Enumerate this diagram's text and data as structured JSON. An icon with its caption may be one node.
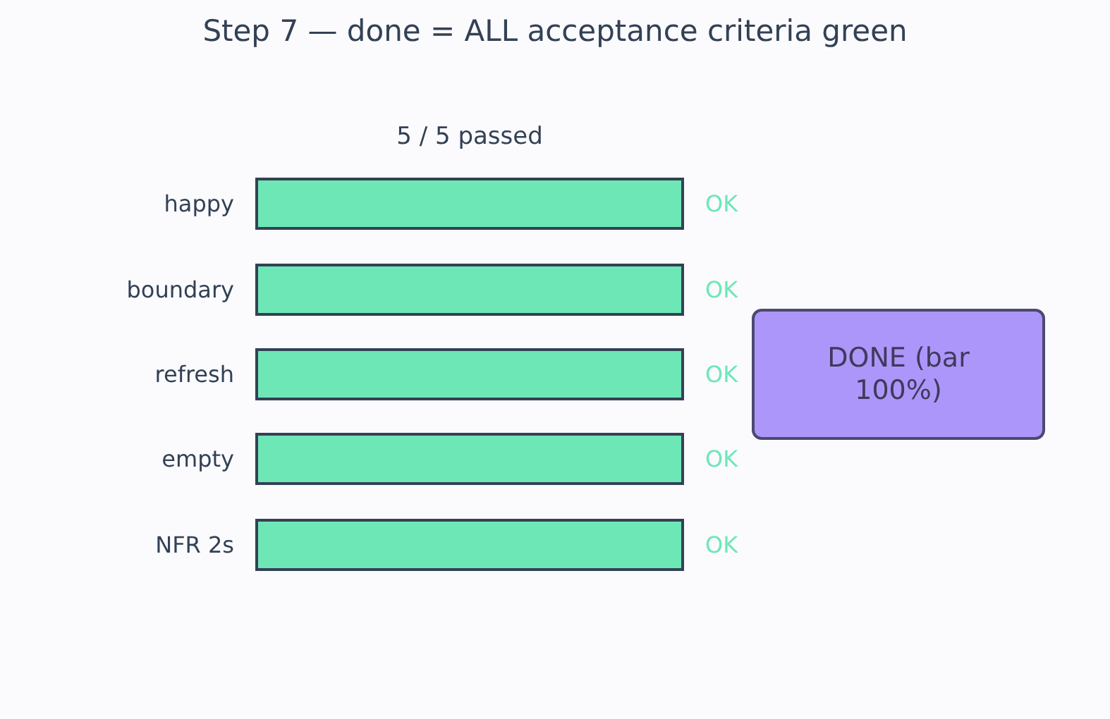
{
  "diagram": {
    "title": "Step 7 — done = ALL acceptance criteria green",
    "nodes": [
      {
        "text": [],
        "shape": "bar",
        "beside": [
          "happy",
          "OK"
        ]
      },
      {
        "text": [],
        "shape": "bar",
        "beside": [
          "boundary",
          "OK"
        ]
      },
      {
        "text": [],
        "shape": "bar",
        "beside": [
          "refresh",
          "OK"
        ]
      },
      {
        "text": [],
        "shape": "bar",
        "beside": [
          "empty",
          "OK"
        ]
      },
      {
        "text": [],
        "shape": "bar",
        "beside": [
          "NFR 2s",
          "OK"
        ]
      },
      {
        "text": [
          "DONE (bar 100%)"
        ]
      }
    ],
    "labels": [
      "5 / 5 passed"
    ]
  }
}
